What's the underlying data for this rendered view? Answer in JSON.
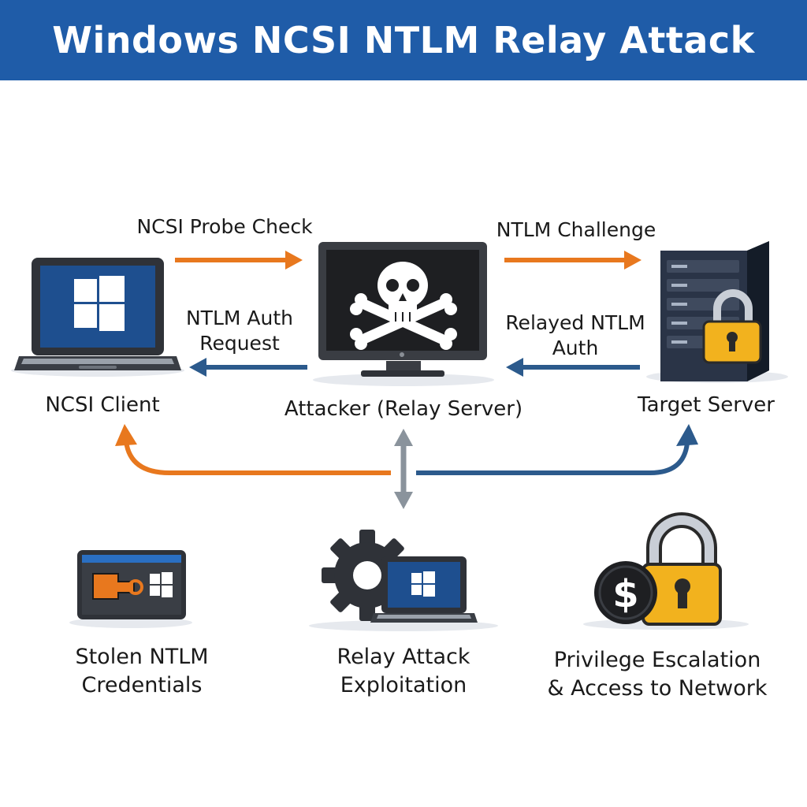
{
  "title": "Windows NCSI NTLM Relay Attack",
  "colors": {
    "header": "#1f5ca8",
    "orange_arrow": "#e8781e",
    "blue_arrow": "#2c5a8c",
    "gray_arrow": "#8a939c",
    "lock": "#f2b21e",
    "screen_blue": "#1e4f8f"
  },
  "nodes": {
    "client": {
      "label": "NCSI Client",
      "icon": "laptop-windows-icon"
    },
    "attacker": {
      "label": "Attacker (Relay Server)",
      "icon": "monitor-skull-icon"
    },
    "target": {
      "label": "Target Server",
      "icon": "server-lock-icon"
    }
  },
  "flows": {
    "probe": "NCSI Probe Check",
    "challenge": "NTLM Challenge",
    "auth_request_line1": "NTLM Auth",
    "auth_request_line2": "Request",
    "relayed_line1": "Relayed NTLM",
    "relayed_line2": "Auth"
  },
  "outcomes": [
    {
      "line1": "Stolen NTLM",
      "line2": "Credentials",
      "icon": "credential-key-icon"
    },
    {
      "line1": "Relay Attack",
      "line2": "Exploitation",
      "icon": "gear-laptop-icon"
    },
    {
      "line1": "Privilege Escalation",
      "line2": "& Access to Network",
      "icon": "dollar-lock-icon"
    }
  ]
}
